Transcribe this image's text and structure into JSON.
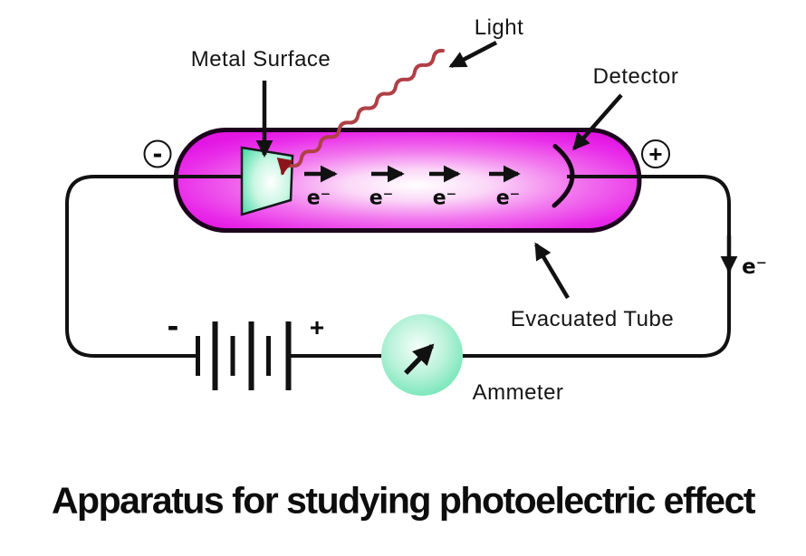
{
  "title": "Apparatus for studying photoelectric effect",
  "labels": {
    "light": "Light",
    "metal_surface": "Metal Surface",
    "detector": "Detector",
    "evacuated_tube": "Evacuated Tube",
    "ammeter": "Ammeter"
  },
  "signs": {
    "cathode": "-",
    "anode": "+",
    "battery_negative": "-",
    "battery_positive": "+"
  },
  "electrons": {
    "tube_labels": [
      "e⁻",
      "e⁻",
      "e⁻",
      "e⁻"
    ],
    "wire_label": "e⁻"
  },
  "colors": {
    "tube_magenta": "#e316e3",
    "tube_outline": "#1d021d",
    "electrode_green": "#37d7a0",
    "ammeter_green": "#52dfa6",
    "light_wave_red": "#b04046",
    "light_arrowhead_red": "#8a161b",
    "wire_black": "#111111",
    "background": "#ffffff"
  }
}
